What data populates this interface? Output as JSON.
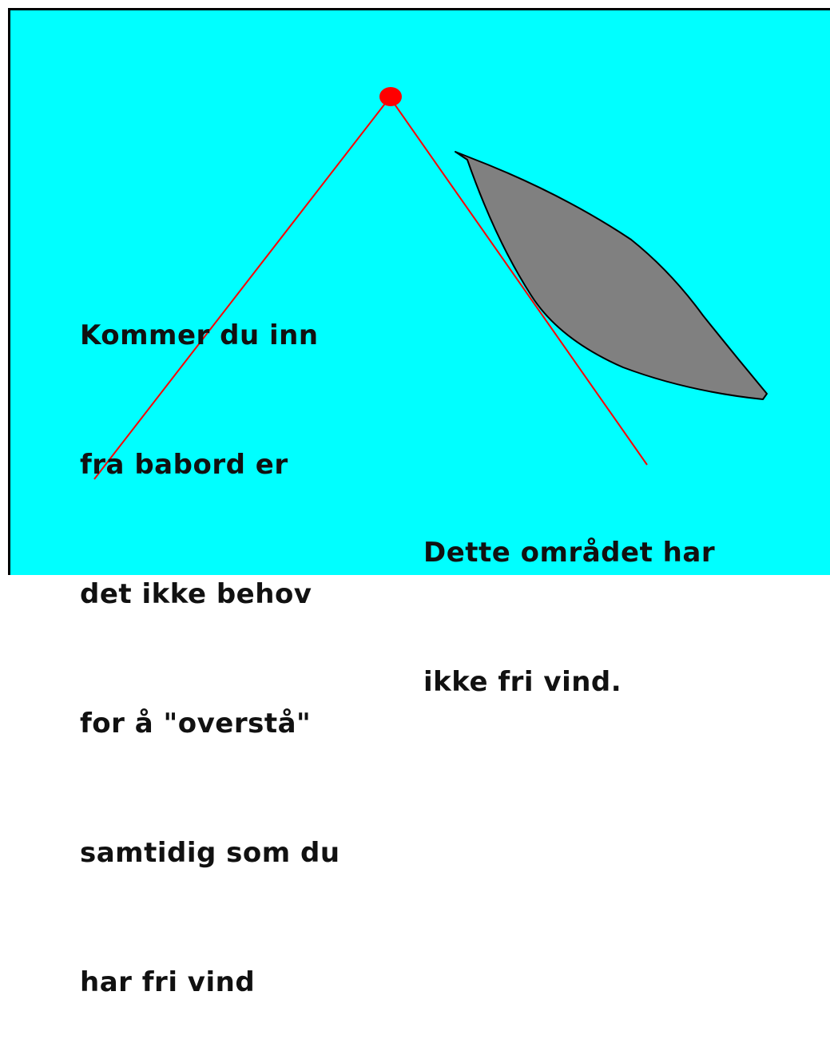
{
  "diagram": {
    "background_color": "#00ffff",
    "line_color": "#ff0000",
    "point_color": "#ff0000",
    "sail_color": "#808080",
    "left_text": [
      "Kommer du inn",
      "fra babord er",
      "det ikke behov",
      "for å \"overstå\"",
      "samtidig som du",
      "har fri vind"
    ],
    "right_text": [
      "Dette området har",
      "ikke fri vind."
    ]
  }
}
